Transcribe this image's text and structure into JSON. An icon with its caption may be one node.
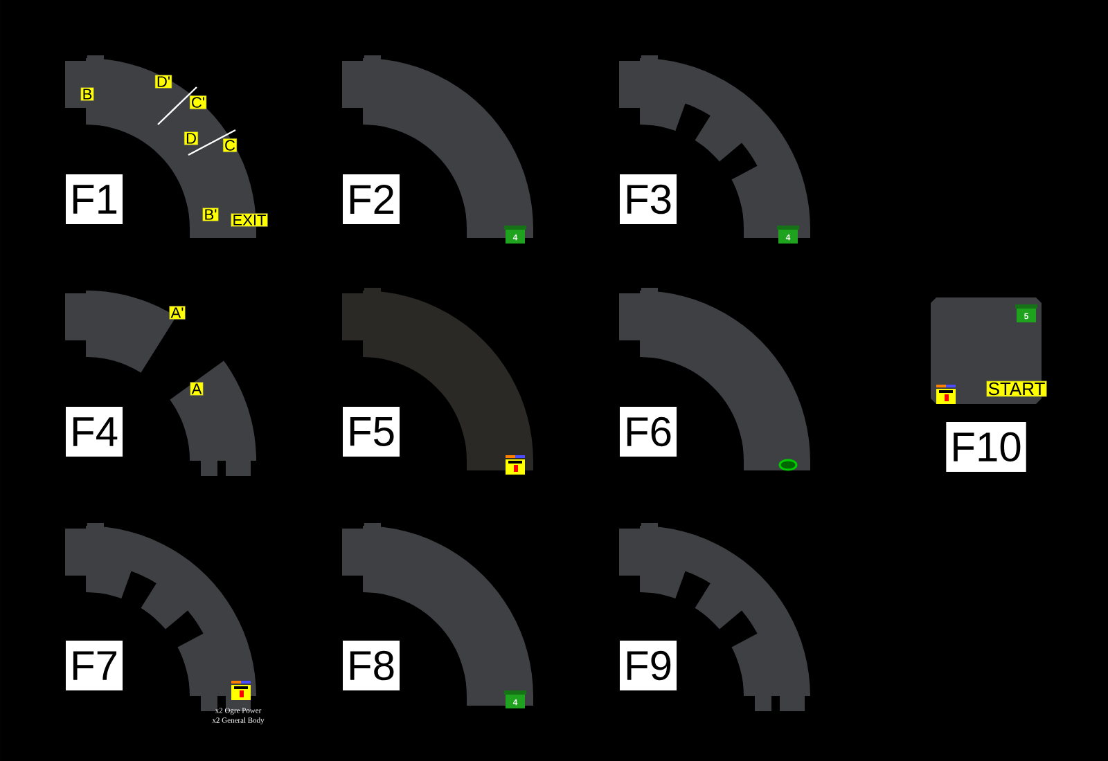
{
  "diagram": {
    "nodes": [
      {
        "text": [
          "F1"
        ]
      },
      {
        "text": [
          "F2"
        ]
      },
      {
        "text": [
          "F3"
        ]
      },
      {
        "text": [
          "F4"
        ]
      },
      {
        "text": [
          "F5"
        ]
      },
      {
        "text": [
          "F6"
        ]
      },
      {
        "text": [
          "F7"
        ]
      },
      {
        "text": [
          "F8"
        ]
      },
      {
        "text": [
          "F9"
        ]
      },
      {
        "text": [
          "F10"
        ]
      }
    ],
    "labels": [
      "B",
      "D'",
      "C'",
      "D",
      "C",
      "B'",
      "EXIT",
      "4",
      "4",
      "A'",
      "A",
      "x2 Ogre Power",
      "x2 General Body",
      "4",
      "5",
      "START"
    ]
  }
}
